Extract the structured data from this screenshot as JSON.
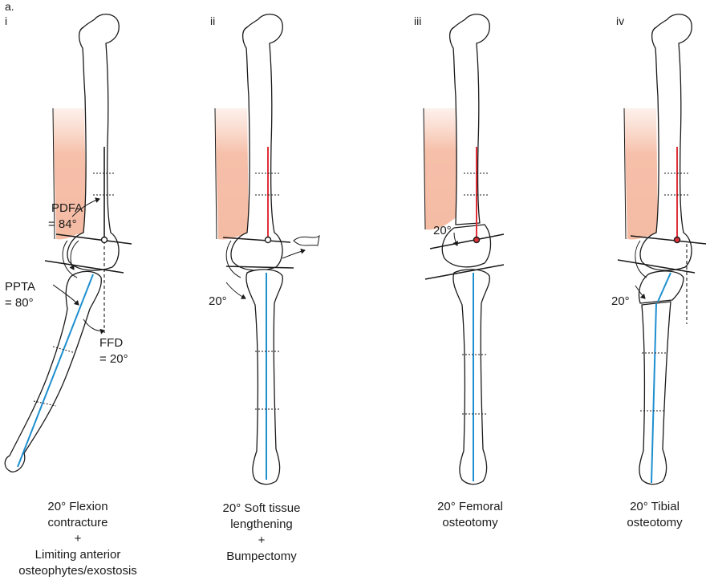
{
  "figure_label": "a.",
  "colors": {
    "mechanical_axis_tibia": "#1e8fd0",
    "mechanical_axis_femur": "#e0303a",
    "soft_tissue": "#f4b49a",
    "line": "#1a1a1a",
    "background": "#ffffff"
  },
  "panels": [
    {
      "roman": "i",
      "labels": [
        "PDFA",
        "= 84°",
        "PPTA",
        "= 80°",
        "FFD",
        "= 20°"
      ],
      "caption": [
        "20° Flexion",
        "contracture",
        "+",
        "Limiting anterior",
        "osteophytes/exostosis"
      ]
    },
    {
      "roman": "ii",
      "labels": [
        "20°"
      ],
      "caption": [
        "20° Soft tissue",
        "lengthening",
        "+",
        "Bumpectomy"
      ]
    },
    {
      "roman": "iii",
      "labels": [
        "20°"
      ],
      "caption": [
        "20°  Femoral",
        "osteotomy"
      ]
    },
    {
      "roman": "iv",
      "labels": [
        "20°"
      ],
      "caption": [
        "20° Tibial",
        "osteotomy"
      ]
    }
  ]
}
